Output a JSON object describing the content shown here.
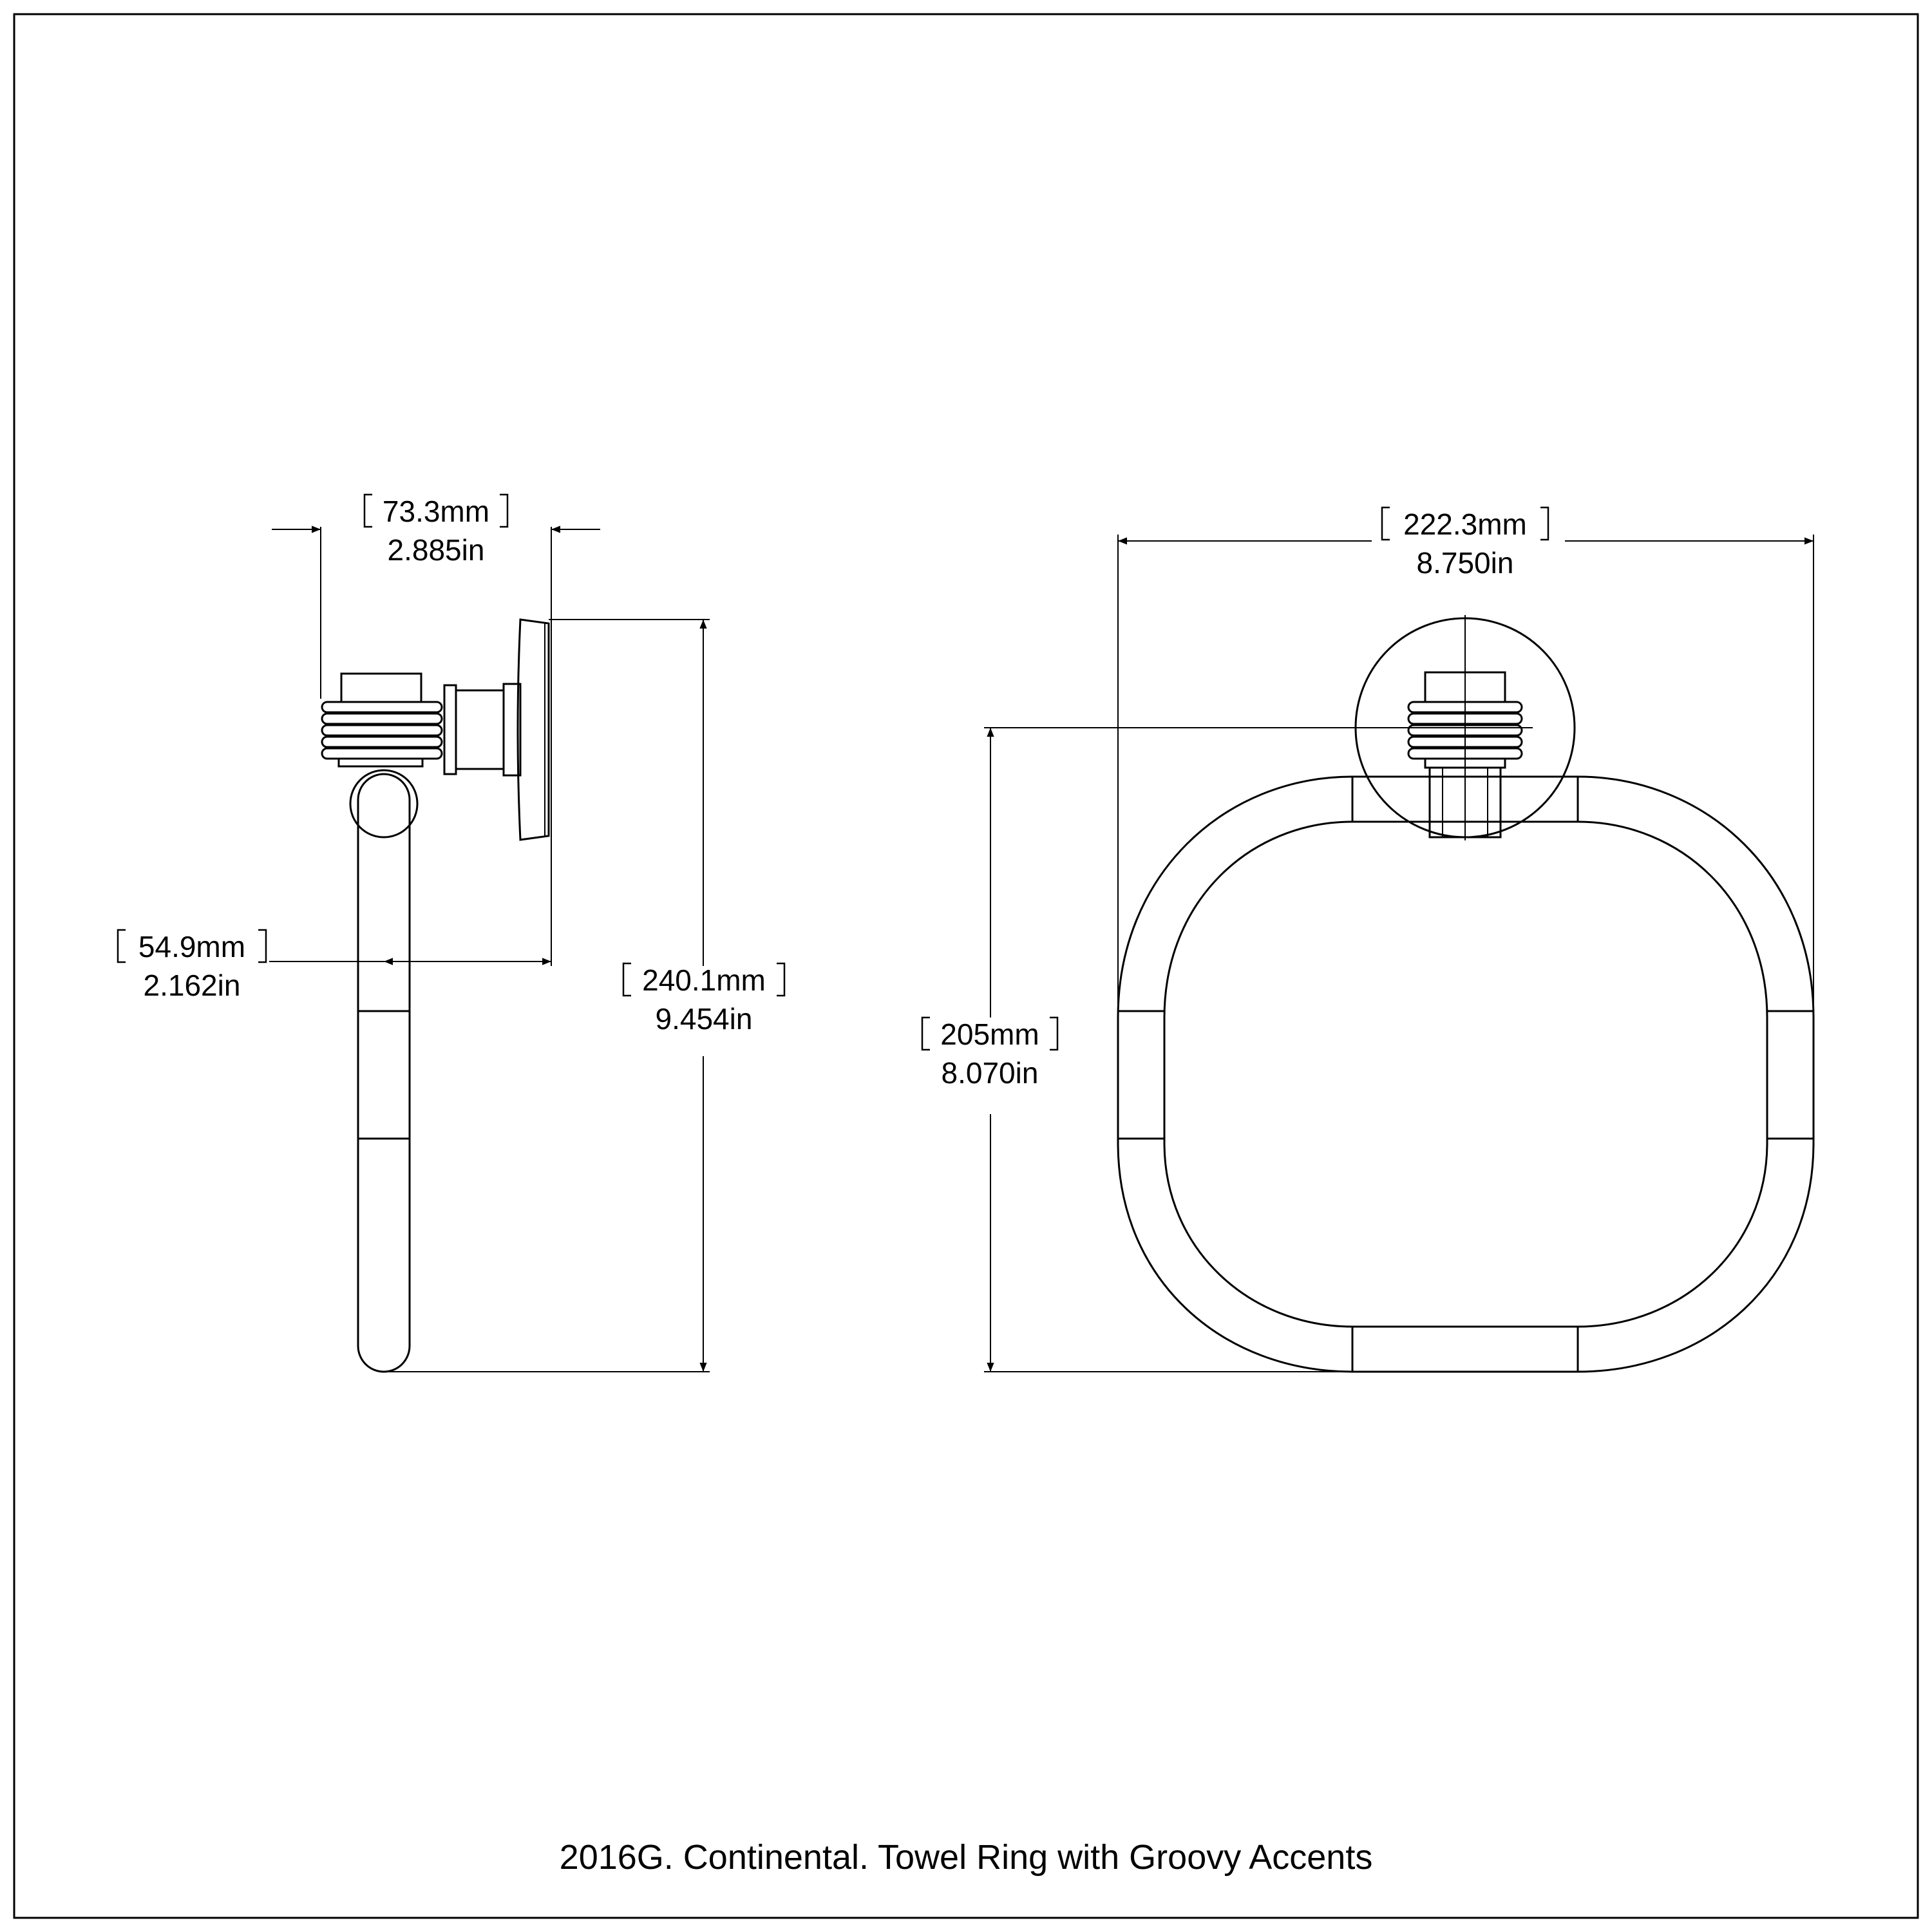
{
  "caption": "2016G. Continental. Towel Ring with Groovy Accents",
  "dimensions": {
    "side_depth": {
      "mm": "73.3mm",
      "in": "2.885in"
    },
    "side_projection": {
      "mm": "54.9mm",
      "in": "2.162in"
    },
    "side_height": {
      "mm": "240.1mm",
      "in": "9.454in"
    },
    "front_width": {
      "mm": "222.3mm",
      "in": "8.750in"
    },
    "front_height": {
      "mm": "205mm",
      "in": "8.070in"
    }
  }
}
